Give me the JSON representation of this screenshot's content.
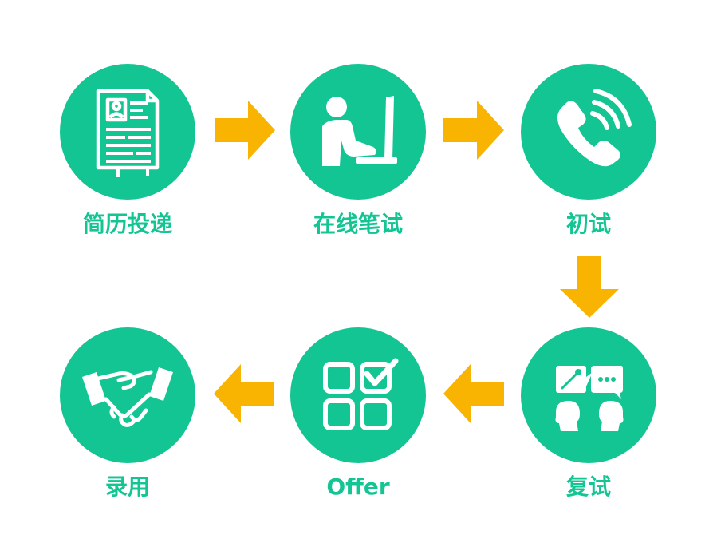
{
  "colors": {
    "accent": "#13C593",
    "arrow": "#F8B400",
    "icon": "#ffffff"
  },
  "steps": [
    {
      "label": "简历投递",
      "icon": "resume-icon"
    },
    {
      "label": "在线笔试",
      "icon": "computer-user-icon"
    },
    {
      "label": "初试",
      "icon": "phone-icon"
    },
    {
      "label": "复试",
      "icon": "interview-icon"
    },
    {
      "label": "Offer",
      "icon": "checklist-grid-icon"
    },
    {
      "label": "录用",
      "icon": "handshake-icon"
    }
  ]
}
